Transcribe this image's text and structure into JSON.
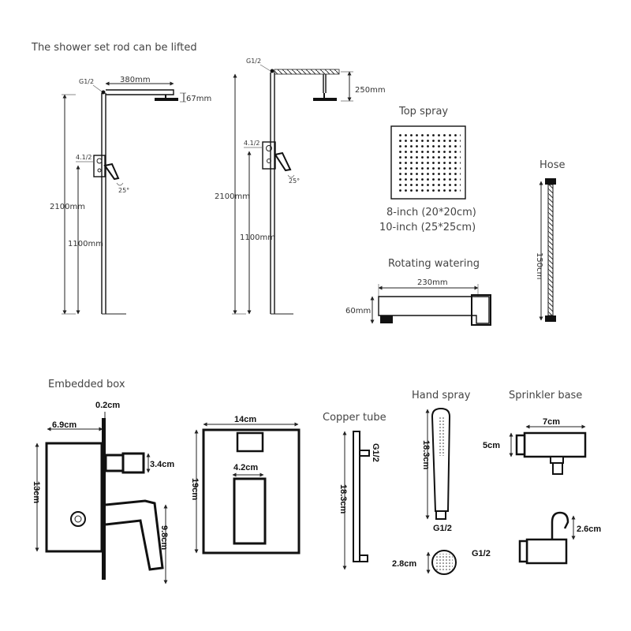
{
  "top": {
    "caption": "The shower set rod can be lifted",
    "set1": {
      "g": "G1/2",
      "width": "380mm",
      "head_h": "67mm",
      "inlet": "4.1/2",
      "angle": "25°",
      "height": "2100mm",
      "mid": "1100mm"
    },
    "set2": {
      "g": "G1/2",
      "rise": "250mm",
      "inlet": "4.1/2",
      "angle": "25°",
      "height": "2100mm",
      "mid": "1100mm"
    },
    "top_spray": {
      "title": "Top spray",
      "size1": "8-inch (20*20cm)",
      "size2": "10-inch (25*25cm)"
    },
    "rotating": {
      "title": "Rotating watering",
      "width": "230mm",
      "height": "60mm"
    },
    "hose": {
      "title": "Hose",
      "length": "150cm"
    }
  },
  "bottom": {
    "embedded": {
      "title": "Embedded box",
      "thick": "0.2cm",
      "depth": "6.9cm",
      "stem": "3.4cm",
      "height": "13cm",
      "handle": "9.8cm"
    },
    "plate": {
      "width": "14cm",
      "height": "19cm",
      "knob": "4.2cm"
    },
    "copper": {
      "title": "Copper tube",
      "g": "G1/2",
      "length": "18.3cm"
    },
    "hand": {
      "title": "Hand spray",
      "length": "18.3cm",
      "g": "G1/2",
      "face": "2.8cm"
    },
    "base": {
      "title": "Sprinkler base",
      "width": "7cm",
      "height": "5cm",
      "g": "G1/2",
      "holder": "2.6cm"
    }
  },
  "colors": {
    "ink": "#111111",
    "dim": "#333333",
    "background": "#ffffff"
  }
}
